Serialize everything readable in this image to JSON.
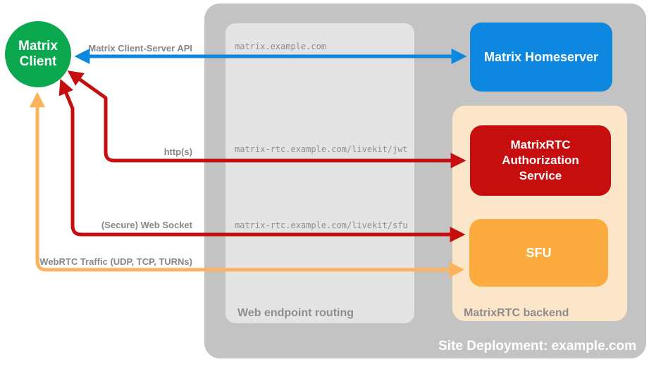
{
  "colors": {
    "green": "#0ba84f",
    "blue": "#0d87e0",
    "red": "#c60e0e",
    "orange": "#fcab3f",
    "orange_arrow": "#fbb45c",
    "container_gray": "#c3c3c3",
    "panel_gray": "#e4e4e4",
    "backend_peach": "#fce6c9",
    "label_gray": "#8d8d8d",
    "url_gray": "#8f8f8f"
  },
  "client": {
    "line1": "Matrix",
    "line2": "Client"
  },
  "homeserver": {
    "label": "Matrix Homeserver"
  },
  "deployment": {
    "label": "Site Deployment: example.com"
  },
  "routing": {
    "label": "Web endpoint routing",
    "endpoints": [
      "matrix.example.com",
      "matrix-rtc.example.com/livekit/jwt",
      "matrix-rtc.example.com/livekit/sfu"
    ]
  },
  "backend": {
    "label": "MatrixRTC backend",
    "services": [
      {
        "name": "MatrixRTC Authorization Service"
      },
      {
        "name": "SFU"
      }
    ]
  },
  "arrows": [
    {
      "label": "Matrix Client-Server API",
      "color": "#0d87e0"
    },
    {
      "label": "http(s)",
      "color": "#c60e0e"
    },
    {
      "label": "(Secure) Web Socket",
      "color": "#c60e0e"
    },
    {
      "label": "WebRTC Traffic (UDP, TCP, TURNs)",
      "color": "#fbb45c"
    }
  ]
}
